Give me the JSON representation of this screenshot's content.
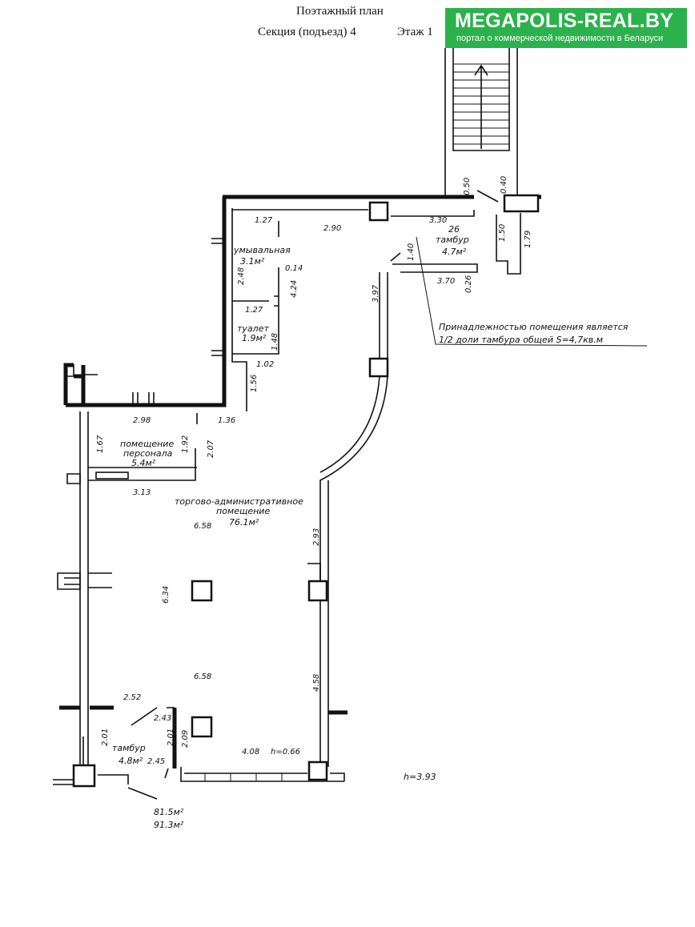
{
  "header": {
    "title": "Поэтажный план",
    "section": "Секция (подъезд) 4",
    "floor": "Этаж 1"
  },
  "logo": {
    "name": "MEGAPOLIS-REAL.BY",
    "tagline": "портал о коммерческой недвижимости в Беларуси",
    "color": "#2bb24c"
  },
  "rooms": {
    "washroom": {
      "name": "умывальная",
      "area": "3.1м²"
    },
    "toilet": {
      "name": "туалет",
      "area": "1.9м²"
    },
    "staff": {
      "name1": "помещение",
      "name2": "персонала",
      "area": "5.4м²"
    },
    "main": {
      "name1": "торгово-административное",
      "name2": "помещение",
      "area": "76.1м²"
    },
    "vestibule_top": {
      "number": "26",
      "name": "тамбур",
      "area": "4.7м²"
    },
    "vestibule_bottom": {
      "name": "тамбур",
      "area": "4.8м²"
    }
  },
  "note": {
    "line1": "Принадлежностью помещения     является",
    "line2": "1/2 доли тамбура общей S=4,7кв.м"
  },
  "dimensions": {
    "d127a": "1.27",
    "d290": "2.90",
    "d330": "3.30",
    "d050": "0.50",
    "d040": "0.40",
    "d140": "1.40",
    "d150": "1.50",
    "d179": "1.79",
    "d370": "3.70",
    "d026": "0.26",
    "d014": "0.14",
    "d248": "2.48",
    "d424": "4.24",
    "d127b": "1.27",
    "d148": "1.48",
    "d397": "3.97",
    "d102": "1.02",
    "d156": "1.56",
    "d298": "2.98",
    "d136": "1.36",
    "d167": "1.67",
    "d192": "1.92",
    "d207": "2.07",
    "d313": "3.13",
    "d658a": "6.58",
    "d293": "2.93",
    "d634": "6.34",
    "d658b": "6.58",
    "d458": "4.58",
    "d252": "2.52",
    "d243": "2.43",
    "d201a": "2.01",
    "d201b": "2.01",
    "d209": "2.09",
    "d245": "2.45",
    "d408": "4.08",
    "dh066": "h=0.66"
  },
  "height_total": "h=3.93",
  "totals": {
    "area1": "81.5м²",
    "area2": "91.3м²"
  }
}
